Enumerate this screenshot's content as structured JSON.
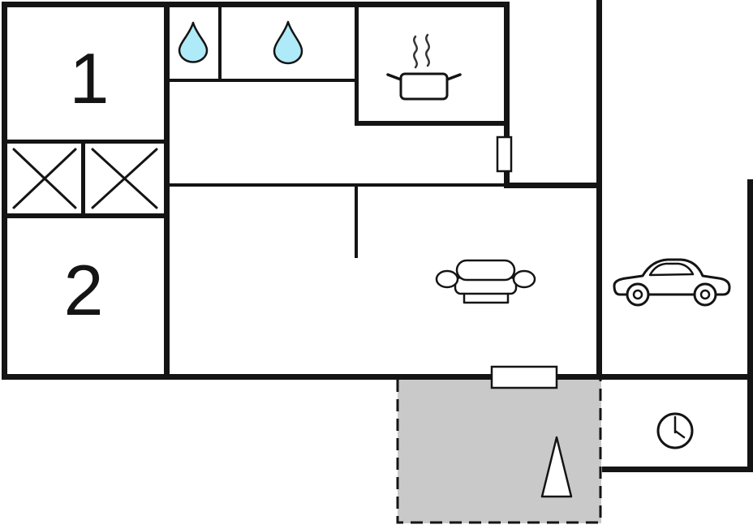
{
  "floorplan": {
    "rooms": [
      {
        "label": "1"
      },
      {
        "label": "2"
      }
    ],
    "symbols": {
      "sink_left": "water-drop-icon",
      "sink_right": "water-drop-icon",
      "stove": "cooking-pot-steam-icon",
      "living_room": "sofa-icon",
      "carport": "car-icon",
      "utility_room": "clock-icon",
      "terrace_marker": "tent-triangle-icon",
      "bed_left": "x-mark-icon",
      "bed_right": "x-mark-icon",
      "entry": "door-opening-symbol",
      "terrace_access": "step-opening-symbol"
    },
    "colors": {
      "wall": "#141414",
      "water_drop_fill": "#aeeaf7",
      "terrace_fill": "#c9c9c9",
      "background": "#ffffff"
    }
  }
}
